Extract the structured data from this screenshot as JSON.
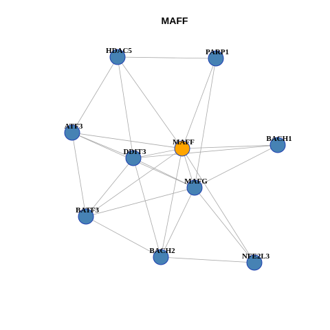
{
  "title": "MAFF",
  "colors": {
    "center_node": "#FFA500",
    "neighbor_node": "#4682B4",
    "node_border": "#1f3fb0",
    "edge": "#a8a8a8"
  },
  "nodes": [
    {
      "id": "MAFF",
      "label": "MAFF",
      "role": "center"
    },
    {
      "id": "HDAC5",
      "label": "HDAC5",
      "role": "neighbor"
    },
    {
      "id": "PARP1",
      "label": "PARP1",
      "role": "neighbor"
    },
    {
      "id": "ATF3",
      "label": "ATF3",
      "role": "neighbor"
    },
    {
      "id": "BACH1",
      "label": "BACH1",
      "role": "neighbor"
    },
    {
      "id": "DDIT3",
      "label": "DDIT3",
      "role": "neighbor"
    },
    {
      "id": "MAFG",
      "label": "MAFG",
      "role": "neighbor"
    },
    {
      "id": "BATF3",
      "label": "BATF3",
      "role": "neighbor"
    },
    {
      "id": "BACH2",
      "label": "BACH2",
      "role": "neighbor"
    },
    {
      "id": "NFE2L3",
      "label": "NFE2L3",
      "role": "neighbor"
    }
  ],
  "edges": [
    [
      "HDAC5",
      "PARP1"
    ],
    [
      "HDAC5",
      "ATF3"
    ],
    [
      "HDAC5",
      "MAFF"
    ],
    [
      "HDAC5",
      "DDIT3"
    ],
    [
      "PARP1",
      "MAFF"
    ],
    [
      "PARP1",
      "MAFG"
    ],
    [
      "ATF3",
      "MAFF"
    ],
    [
      "ATF3",
      "DDIT3"
    ],
    [
      "ATF3",
      "MAFG"
    ],
    [
      "ATF3",
      "BATF3"
    ],
    [
      "MAFF",
      "BACH1"
    ],
    [
      "MAFF",
      "DDIT3"
    ],
    [
      "MAFF",
      "MAFG"
    ],
    [
      "MAFF",
      "BATF3"
    ],
    [
      "MAFF",
      "BACH2"
    ],
    [
      "MAFF",
      "NFE2L3"
    ],
    [
      "DDIT3",
      "BACH1"
    ],
    [
      "DDIT3",
      "MAFG"
    ],
    [
      "DDIT3",
      "BATF3"
    ],
    [
      "DDIT3",
      "BACH2"
    ],
    [
      "MAFG",
      "BACH1"
    ],
    [
      "MAFG",
      "BATF3"
    ],
    [
      "MAFG",
      "BACH2"
    ],
    [
      "MAFG",
      "NFE2L3"
    ],
    [
      "BATF3",
      "BACH2"
    ],
    [
      "BACH2",
      "NFE2L3"
    ]
  ]
}
